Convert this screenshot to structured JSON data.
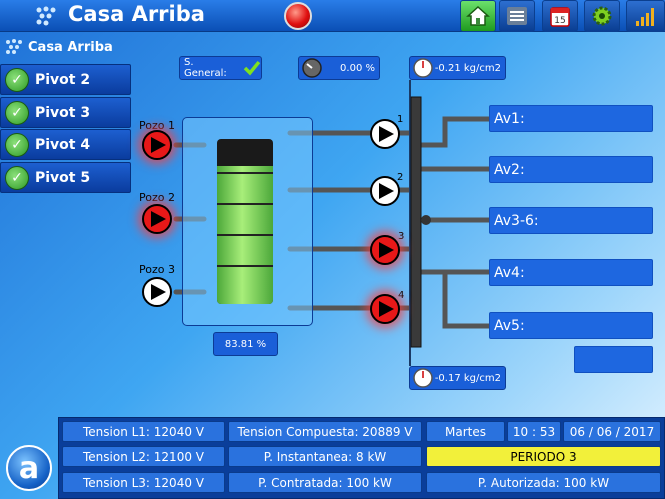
{
  "header": {
    "title": "Casa Arriba"
  },
  "sidebar": {
    "title": "Casa Arriba",
    "items": [
      {
        "label": "Pivot 2"
      },
      {
        "label": "Pivot 3"
      },
      {
        "label": "Pivot 4"
      },
      {
        "label": "Pivot 5"
      }
    ]
  },
  "status": {
    "general_label": "S. General:",
    "percent": "0.00 %",
    "pressure_top": "-0.21 kg/cm2",
    "pressure_bottom": "-0.17 kg/cm2",
    "tank_level": "83.81 %"
  },
  "wells": [
    {
      "label": "Pozo 1",
      "state": "on"
    },
    {
      "label": "Pozo 2",
      "state": "on"
    },
    {
      "label": "Pozo 3",
      "state": "off"
    }
  ],
  "pumps": [
    {
      "label": "1",
      "state": "off"
    },
    {
      "label": "2",
      "state": "off"
    },
    {
      "label": "3",
      "state": "on"
    },
    {
      "label": "4",
      "state": "on"
    }
  ],
  "valves": [
    {
      "label": "Av1:"
    },
    {
      "label": "Av2:"
    },
    {
      "label": "Av3-6:"
    },
    {
      "label": "Av4:"
    },
    {
      "label": "Av5:"
    }
  ],
  "bottom": {
    "tension_l1": "Tension L1: 12040 V",
    "tension_l2": "Tension L2: 12100 V",
    "tension_l3": "Tension L3: 12040 V",
    "tension_compuesta": "Tension Compuesta: 20889 V",
    "p_instantanea": "P. Instantanea: 8 kW",
    "p_contratada": "P. Contratada: 100 kW",
    "day": "Martes",
    "time": "10 : 53",
    "date": "06 / 06 / 2017",
    "periodo": "PERIODO 3",
    "p_autorizada": "P. Autorizada: 100 kW"
  },
  "colors": {
    "pump_on": "#e81818",
    "tank_fill": "#7ed957",
    "accent": "#1a5fd8",
    "periodo": "#f2f03a"
  }
}
